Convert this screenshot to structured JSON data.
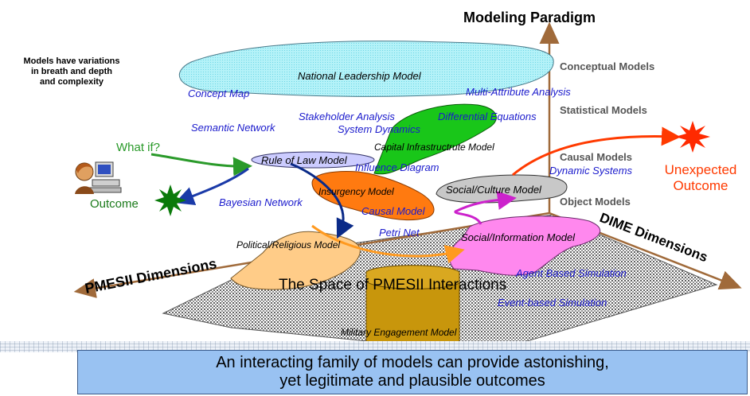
{
  "axis": {
    "vertical": "Modeling Paradigm",
    "left": "PMESII Dimensions",
    "right": "DIME Dimensions"
  },
  "note": [
    "Models have variations",
    "in breath and depth",
    "and complexity"
  ],
  "paradigms": [
    "Conceptual Models",
    "Statistical Models",
    "Causal Models",
    "Object Models"
  ],
  "methods": {
    "concept_map": "Concept Map",
    "semantic_network": "Semantic Network",
    "stakeholder_analysis": "Stakeholder Analysis",
    "system_dynamics": "System Dynamics",
    "differential_equations": "Differential Equations",
    "multi_attribute": "Multi-Attribute Analysis",
    "influence_diagram": "Influence Diagram",
    "bayesian_network": "Bayesian Network",
    "causal_model": "Causal Model",
    "petri_net": "Petri Net",
    "dynamic_systems": "Dynamic Systems",
    "agent_based": "Agent Based Simulation",
    "event_based": "Event-based Simulation"
  },
  "models": {
    "national_leadership": "National Leadership Model",
    "capital_infrastructure": "Capital Infrastructrute Model",
    "rule_of_law": "Rule of Law Model",
    "insurgency": "Insurgency Model",
    "social_culture": "Social/Culture Model",
    "social_information": "Social/Information Model",
    "political_religious": "Political/Religious Model",
    "military_engagement": "Military Engagement Model"
  },
  "space_label": "The Space of PMESII Interactions",
  "what_if": "What if?",
  "outcome": "Outcome",
  "unexpected": [
    "Unexpected",
    "Outcome"
  ],
  "banner": [
    "An interacting family of models can provide astonishing,",
    "yet legitimate and plausible outcomes"
  ],
  "colors": {
    "axis": "#a06a3a",
    "method_text": "#1a1acc",
    "cyan_shape": "#b4f2f8",
    "green_shape": "#19c619",
    "lavender_shape": "#ccccff",
    "orange_shape": "#ff7a10",
    "gray_shape": "#c8c8c8",
    "pink_shape": "#ff88ee",
    "peach_shape": "#ffcc88",
    "military": "#c8960c",
    "what_if": "#2a9a2a",
    "outcome": "#1a7a1a",
    "unexpected": "#ff3a00",
    "banner_bg": "#99c2f2"
  }
}
